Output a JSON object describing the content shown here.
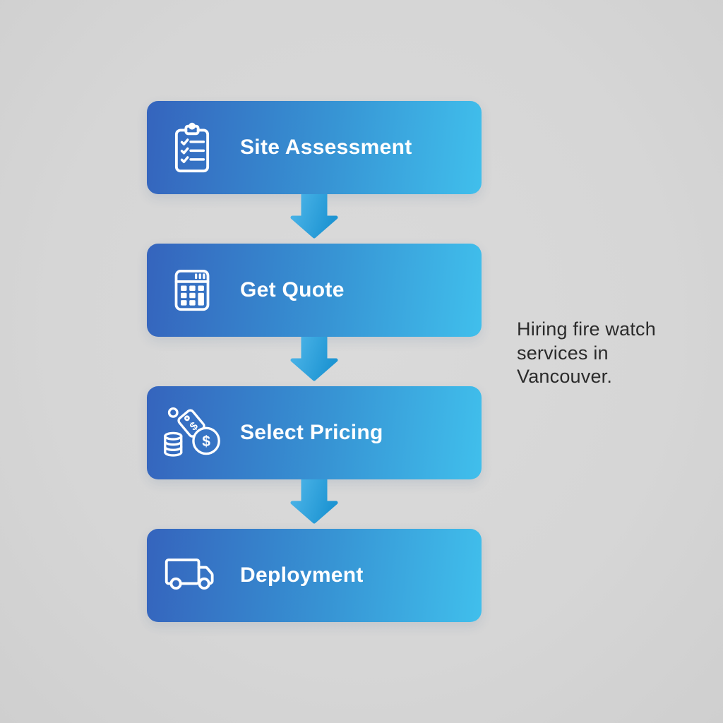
{
  "title": "Fire watch service hiring process flowchart",
  "flow": {
    "steps": [
      {
        "label": "Site Assessment",
        "icon": "clipboard-checklist-icon"
      },
      {
        "label": "Get Quote",
        "icon": "calculator-icon"
      },
      {
        "label": "Select Pricing",
        "icon": "price-tag-coins-icon"
      },
      {
        "label": "Deployment",
        "icon": "truck-icon"
      }
    ],
    "icon_dollar_glyph": "$",
    "box_gradient_from": "#3564bd",
    "box_gradient_to": "#40bfec",
    "arrow_gradient_from": "#4fb6e9",
    "arrow_gradient_to": "#1e95d3",
    "label_color": "#ffffff"
  },
  "caption": {
    "text": "Hiring fire watch services in Vancouver.",
    "lines": [
      "Hiring fire watch",
      "services in",
      "Vancouver."
    ],
    "color": "#2b2b2b"
  },
  "background_color": "#d6d6d6"
}
